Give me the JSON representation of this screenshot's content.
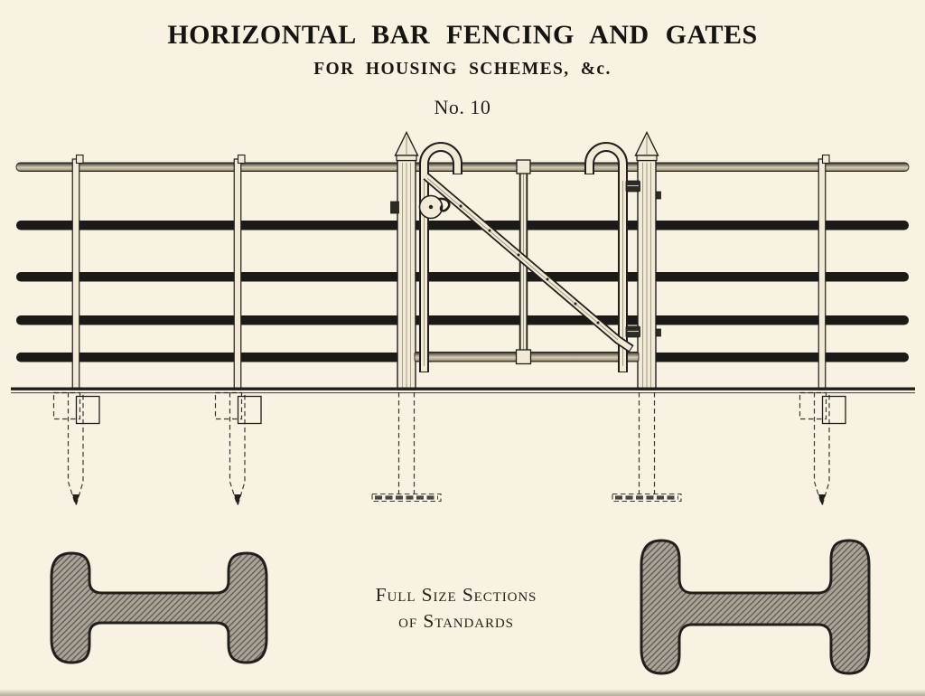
{
  "page": {
    "title": "HORIZONTAL BAR FENCING AND GATES",
    "subtitle": "FOR HOUSING SCHEMES, &c.",
    "design_number": "No. 10",
    "sections_caption": {
      "line1": "Full Size Sections",
      "line2": "of Standards"
    }
  },
  "drawing": {
    "horizontal_bars": 4,
    "top_rails": 1,
    "intermediate_standards": 3,
    "gate_posts": 2,
    "gates": 1,
    "full_size_sections": 2
  },
  "colors": {
    "paper": "#f7f2e2",
    "ink": "#201f1a",
    "metal_light": "#f0ead7",
    "flute": "#9a9380",
    "bar_black": "#1b1a16",
    "section_fill": "#a9a396",
    "hatch_line": "#57524a"
  }
}
